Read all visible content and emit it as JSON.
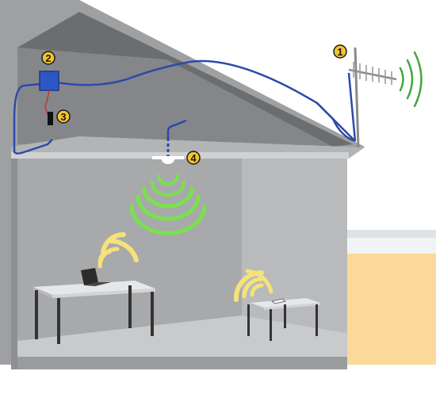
{
  "labels": {
    "antenna": "1",
    "amplifier": "2",
    "power_supply": "3",
    "indoor_antenna": "4"
  },
  "colors": {
    "sky_band_light": "#e9eef0",
    "ground_band": "#fbd99a",
    "wall_outer": "#9fa0a2",
    "wall_inner": "#8e8f91",
    "room_back": "#a8a9ab",
    "room_side": "#b9babc",
    "floor": "#c9cacc",
    "roof_dark": "#6c6d6f",
    "attic": "#7f8082",
    "cable": "#2d4aa8",
    "amplifier": "#2e56c4",
    "wifi_signal": "#f5e27a",
    "indoor_signal": "#7be04e",
    "outdoor_signal": "#3ea83e",
    "badge": "#f4c430"
  },
  "icons": [
    "yagi-antenna-icon",
    "amplifier-icon",
    "power-supply-icon",
    "ceiling-antenna-icon",
    "laptop-icon",
    "phone-icon",
    "signal-waves-icon"
  ]
}
